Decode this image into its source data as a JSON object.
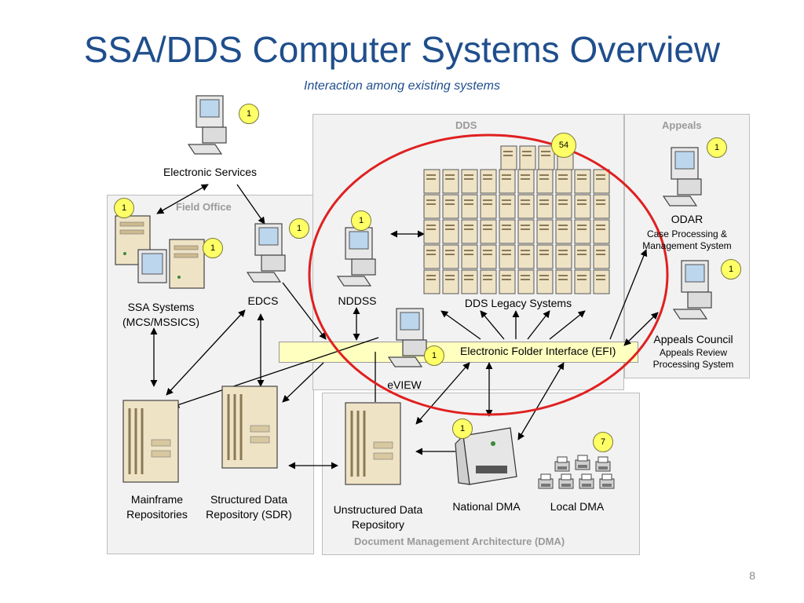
{
  "title": "SSA/DDS Computer Systems Overview",
  "subtitle": "Interaction among existing systems",
  "regions": {
    "dds": "DDS",
    "appeals": "Appeals",
    "field_office": "Field Office",
    "dma": "Document Management Architecture (DMA)"
  },
  "nodes": {
    "electronic_services": "Electronic Services",
    "ssa_systems_line1": "SSA Systems",
    "ssa_systems_line2": "(MCS/MSSICS)",
    "edcs": "EDCS",
    "nddss": "NDDSS",
    "dds_legacy": "DDS Legacy Systems",
    "odar": "ODAR",
    "odar_desc_line1": "Case Processing &",
    "odar_desc_line2": "Management System",
    "appeals_council": "Appeals Council",
    "appeals_council_desc_line1": "Appeals Review",
    "appeals_council_desc_line2": "Processing System",
    "efi": "Electronic Folder Interface (EFI)",
    "eview": "eVIEW",
    "mainframe_line1": "Mainframe",
    "mainframe_line2": "Repositories",
    "sdr_line1": "Structured Data",
    "sdr_line2": "Repository (SDR)",
    "udr_line1": "Unstructured Data",
    "udr_line2": "Repository",
    "national_dma": "National DMA",
    "local_dma": "Local DMA"
  },
  "badges": {
    "electronic_services": "1",
    "ssa_left": "1",
    "ssa_right": "1",
    "edcs": "1",
    "nddss": "1",
    "dds_legacy": "54",
    "odar": "1",
    "appeals_council": "1",
    "eview": "1",
    "national_dma": "1",
    "local_dma": "7"
  },
  "page_number": "8",
  "colors": {
    "title": "#1f4e8c",
    "ellipse": "#e02020",
    "efi_fill": "#ffffc0",
    "badge": "#ffff66",
    "region_bg": "#f2f2f2",
    "legacy_box": "#d9c39a"
  }
}
